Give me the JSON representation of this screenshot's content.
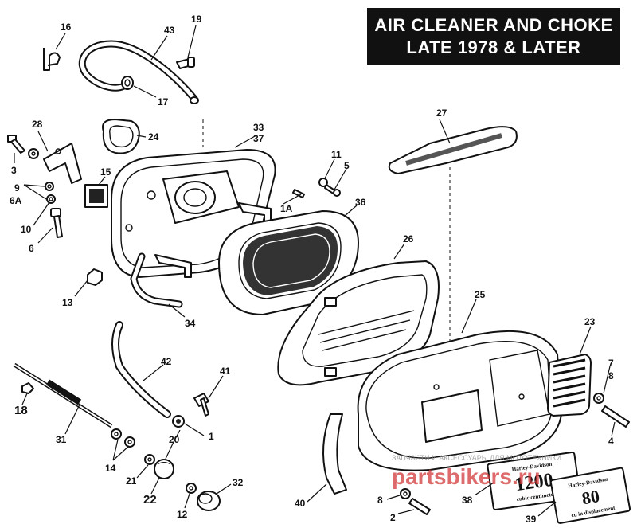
{
  "title": {
    "line1": "AIR CLEANER AND CHOKE",
    "line2": "LATE 1978 & LATER"
  },
  "callouts": {
    "c1": "1",
    "c1a": "1A",
    "c2": "2",
    "c3": "3",
    "c4": "4",
    "c5": "5",
    "c6": "6",
    "c6a": "6A",
    "c7": "7",
    "c8a": "8",
    "c8b": "8",
    "c9": "9",
    "c10": "10",
    "c11": "11",
    "c12": "12",
    "c13": "13",
    "c14": "14",
    "c15": "15",
    "c16": "16",
    "c17": "17",
    "c18": "18",
    "c19": "19",
    "c20": "20",
    "c21": "21",
    "c22": "22",
    "c23": "23",
    "c24": "24",
    "c25": "25",
    "c26": "26",
    "c27": "27",
    "c28": "28",
    "c31": "31",
    "c32": "32",
    "c3337": "33\n37",
    "c34": "34",
    "c36": "36",
    "c38": "38",
    "c39": "39",
    "c40": "40",
    "c41": "41",
    "c42": "42",
    "c43": "43"
  },
  "plates": {
    "p38_brand": "Harley-Davidson",
    "p38_value": "1200",
    "p38_unit": "cubic centimeter",
    "p39_brand": "Harley-Davidson",
    "p39_value": "80",
    "p39_unit": "cu in displacement"
  },
  "watermark": {
    "small": "ЗАПЧАСТИ И АКСЕССУАРЫ ДЛЯ МОТОТЕХНИКИ",
    "large": "partsbikers.ru"
  }
}
